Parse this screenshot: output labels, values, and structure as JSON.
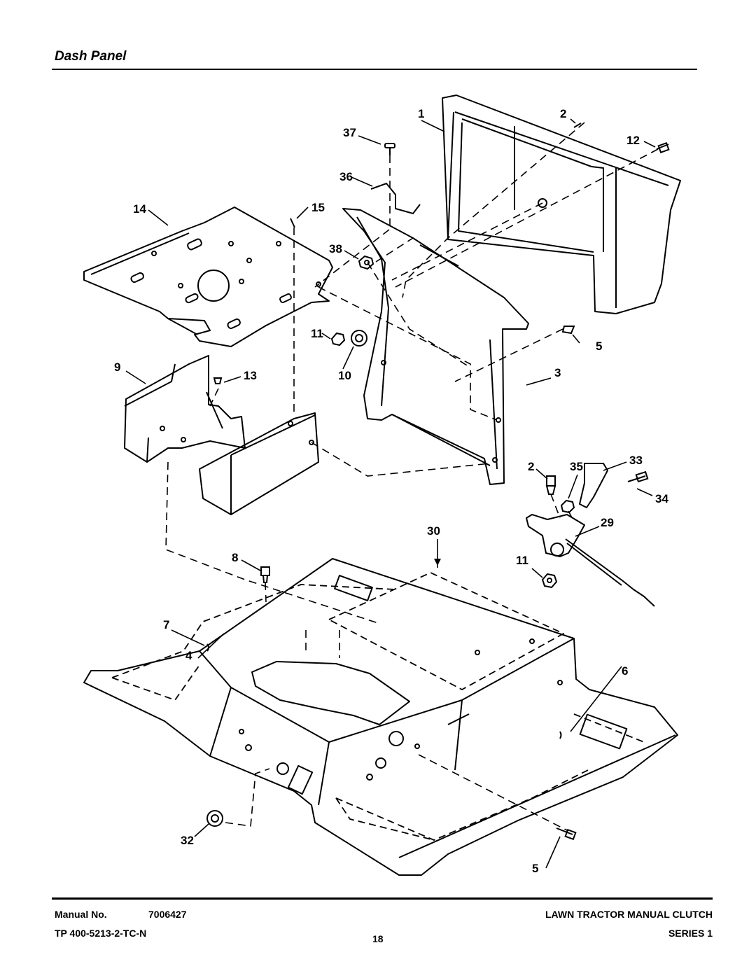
{
  "page": {
    "title": "Dash Panel"
  },
  "callouts": {
    "c1": "1",
    "c2a": "2",
    "c12": "12",
    "c37": "37",
    "c36": "36",
    "c14": "14",
    "c15": "15",
    "c38": "38",
    "c11a": "11",
    "c10": "10",
    "c5a": "5",
    "c3": "3",
    "c9": "9",
    "c13": "13",
    "c2b": "2",
    "c35": "35",
    "c33": "33",
    "c34": "34",
    "c29": "29",
    "c30": "30",
    "c8": "8",
    "c11b": "11",
    "c7": "7",
    "c6": "6",
    "c4": "4",
    "c32": "32",
    "c5b": "5"
  },
  "footer": {
    "manual_label": "Manual No.",
    "manual_number": "7006427",
    "tp_number": "TP 400-5213-2-TC-N",
    "page_number": "18",
    "product": "LAWN TRACTOR MANUAL CLUTCH",
    "series": "SERIES 1"
  }
}
